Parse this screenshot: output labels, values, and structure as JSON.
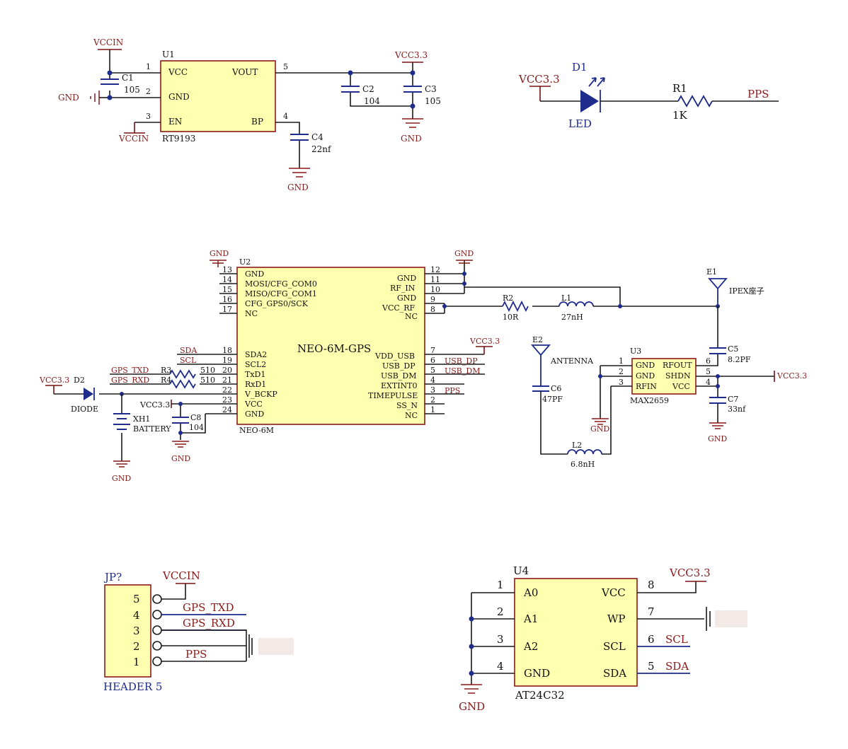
{
  "rt9193": {
    "ref": "U1",
    "name": "RT9193",
    "pins": {
      "vcc": "VCC",
      "gnd": "GND",
      "en": "EN",
      "vout": "VOUT",
      "bp": "BP"
    },
    "nums": {
      "p1": "1",
      "p2": "2",
      "p3": "3",
      "p4": "4",
      "p5": "5"
    },
    "c1": {
      "ref": "C1",
      "val": "105"
    },
    "c2": {
      "ref": "C2",
      "val": "104"
    },
    "c3": {
      "ref": "C3",
      "val": "105"
    },
    "c4": {
      "ref": "C4",
      "val": "22nf"
    },
    "vccin_top": "VCCIN",
    "vccin_bot": "VCCIN",
    "vcc33": "VCC3.3",
    "gnd_left": "GND",
    "gnd_c3": "GND",
    "gnd_c4": "GND"
  },
  "led": {
    "vcc": "VCC3.3",
    "ref": "D1",
    "val": "LED",
    "r_ref": "R1",
    "r_val": "1K",
    "net": "PPS"
  },
  "neo": {
    "ref": "U2",
    "title": "NEO-6M-GPS",
    "part": "NEO-6M",
    "left_pins": [
      {
        "num": "13",
        "name": "GND"
      },
      {
        "num": "14",
        "name": "MOSI/CFG_COM0"
      },
      {
        "num": "15",
        "name": "MISO/CFG_COM1"
      },
      {
        "num": "16",
        "name": "CFG_GPS0/SCK"
      },
      {
        "num": "17",
        "name": "NC"
      },
      {
        "num": "18",
        "name": "SDA2"
      },
      {
        "num": "19",
        "name": "SCL2"
      },
      {
        "num": "20",
        "name": "TxD1"
      },
      {
        "num": "21",
        "name": "RxD1"
      },
      {
        "num": "22",
        "name": "V_BCKP"
      },
      {
        "num": "23",
        "name": "VCC"
      },
      {
        "num": "24",
        "name": "GND"
      }
    ],
    "right_pins": [
      {
        "num": "12",
        "name": "GND"
      },
      {
        "num": "11",
        "name": "RF_IN"
      },
      {
        "num": "10",
        "name": "GND"
      },
      {
        "num": "9",
        "name": "VCC_RF"
      },
      {
        "num": "8",
        "name": "NC"
      },
      {
        "num": "7",
        "name": "VDD_USB"
      },
      {
        "num": "6",
        "name": "USB_DP"
      },
      {
        "num": "5",
        "name": "USB_DM"
      },
      {
        "num": "4",
        "name": "EXTINT0"
      },
      {
        "num": "3",
        "name": "TIMEPULSE"
      },
      {
        "num": "2",
        "name": "SS_N"
      },
      {
        "num": "1",
        "name": "NC"
      }
    ],
    "net_sda": "SDA",
    "net_scl": "SCL",
    "net_txd": "GPS_TXD",
    "net_rxd": "GPS_RXD",
    "r3": {
      "ref": "R3",
      "val": "510"
    },
    "r4": {
      "ref": "R4",
      "val": "510"
    },
    "d2": {
      "ref": "D2",
      "val": "DIODE"
    },
    "vcc_d2": "VCC3.3",
    "bat": {
      "ref": "XH1",
      "val": "BATTERY"
    },
    "gnd_bat": "GND",
    "c8": {
      "ref": "C8",
      "val": "104"
    },
    "vcc_c8": "VCC3.3",
    "gnd_c8": "GND",
    "gnd_top_left": "GND",
    "gnd_top_right": "GND",
    "vcc_usb": "VCC3.3",
    "net_usbdp": "USB_DP",
    "net_usbdm": "USB_DM",
    "net_pps": "PPS",
    "r2": {
      "ref": "R2",
      "val": "10R"
    },
    "l1": {
      "ref": "L1",
      "val": "27nH"
    },
    "e1": {
      "ref": "E1",
      "val": "IPEX座子"
    },
    "e2": {
      "ref": "E2",
      "val": "ANTENNA"
    },
    "c5": {
      "ref": "C5",
      "val": "8.2PF"
    },
    "c6": {
      "ref": "C6",
      "val": "47PF"
    },
    "c7": {
      "ref": "C7",
      "val": "33nf"
    },
    "l2": {
      "ref": "L2",
      "val": "6.8nH"
    },
    "max": {
      "ref": "U3",
      "name": "MAX2659",
      "lpins": [
        {
          "num": "1",
          "name": "GND"
        },
        {
          "num": "2",
          "name": "GND"
        },
        {
          "num": "3",
          "name": "RFIN"
        }
      ],
      "rpins": [
        {
          "num": "6",
          "name": "RFOUT"
        },
        {
          "num": "5",
          "name": "SHDN"
        },
        {
          "num": "4",
          "name": "VCC"
        }
      ]
    },
    "vcc_max": "VCC3.3",
    "gnd_max": "GND",
    "gnd_c7": "GND"
  },
  "header": {
    "ref": "JP?",
    "name": "HEADER 5",
    "vcc": "VCCIN",
    "nums": [
      "5",
      "4",
      "3",
      "2",
      "1"
    ],
    "net_txd": "GPS_TXD",
    "net_rxd": "GPS_RXD",
    "net_pps": "PPS"
  },
  "eeprom": {
    "ref": "U4",
    "name": "AT24C32",
    "vcc": "VCC3.3",
    "gnd": "GND",
    "lpins": [
      {
        "num": "1",
        "name": "A0"
      },
      {
        "num": "2",
        "name": "A1"
      },
      {
        "num": "3",
        "name": "A2"
      },
      {
        "num": "4",
        "name": "GND"
      }
    ],
    "rpins": [
      {
        "num": "8",
        "name": "VCC"
      },
      {
        "num": "7",
        "name": "WP"
      },
      {
        "num": "6",
        "name": "SCL"
      },
      {
        "num": "5",
        "name": "SDA"
      }
    ],
    "net_scl": "SCL",
    "net_sda": "SDA"
  }
}
